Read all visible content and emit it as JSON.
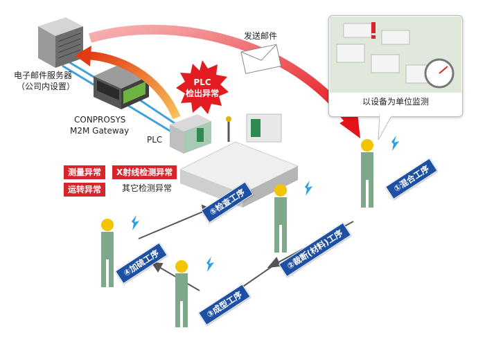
{
  "labels": {
    "mail_server": "电子邮件服务器",
    "mail_server_sub": "（公司内设置）",
    "gateway_line1": "CONPROSYS",
    "gateway_line2": "M2M Gateway",
    "plc": "PLC",
    "send_mail": "发送邮件",
    "monitor_unit": "以设备为单位监测",
    "other_inspection": "其它检测异常"
  },
  "burst": {
    "line1": "PLC",
    "line2": "检出异常"
  },
  "alerts": [
    "测量异常",
    "X射线检测异常",
    "运转异常"
  ],
  "steps": [
    "①混合工序",
    "②裁断(材料)工序",
    "③成型工序",
    "④加硫工序",
    "⑤检查工序"
  ],
  "colors": {
    "red": "#d8252b",
    "blue": "#1d4fa2",
    "green": "#7ea88a",
    "yellow": "#f2c500",
    "orange": "#f08a1c"
  }
}
